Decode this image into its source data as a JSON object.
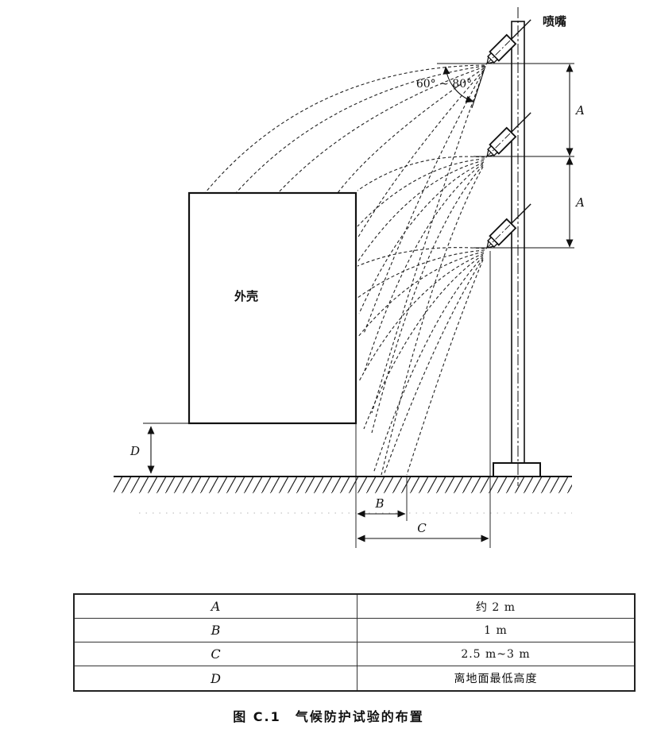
{
  "figure": {
    "nozzle_label": "喷嘴",
    "enclosure_label": "外壳",
    "angle_label": "60° ~ 80°",
    "dim_a1": "A",
    "dim_a2": "A",
    "dim_b": "B",
    "dim_c": "C",
    "dim_d": "D"
  },
  "table": {
    "rows": [
      {
        "symbol": "A",
        "value": "约 2 m"
      },
      {
        "symbol": "B",
        "value": "1 m"
      },
      {
        "symbol": "C",
        "value": "2.5 m~3 m"
      },
      {
        "symbol": "D",
        "value": "离地面最低高度"
      }
    ]
  },
  "caption": "图 C.1　气候防护试验的布置",
  "colors": {
    "line": "#1a1a1a",
    "background": "#ffffff"
  }
}
